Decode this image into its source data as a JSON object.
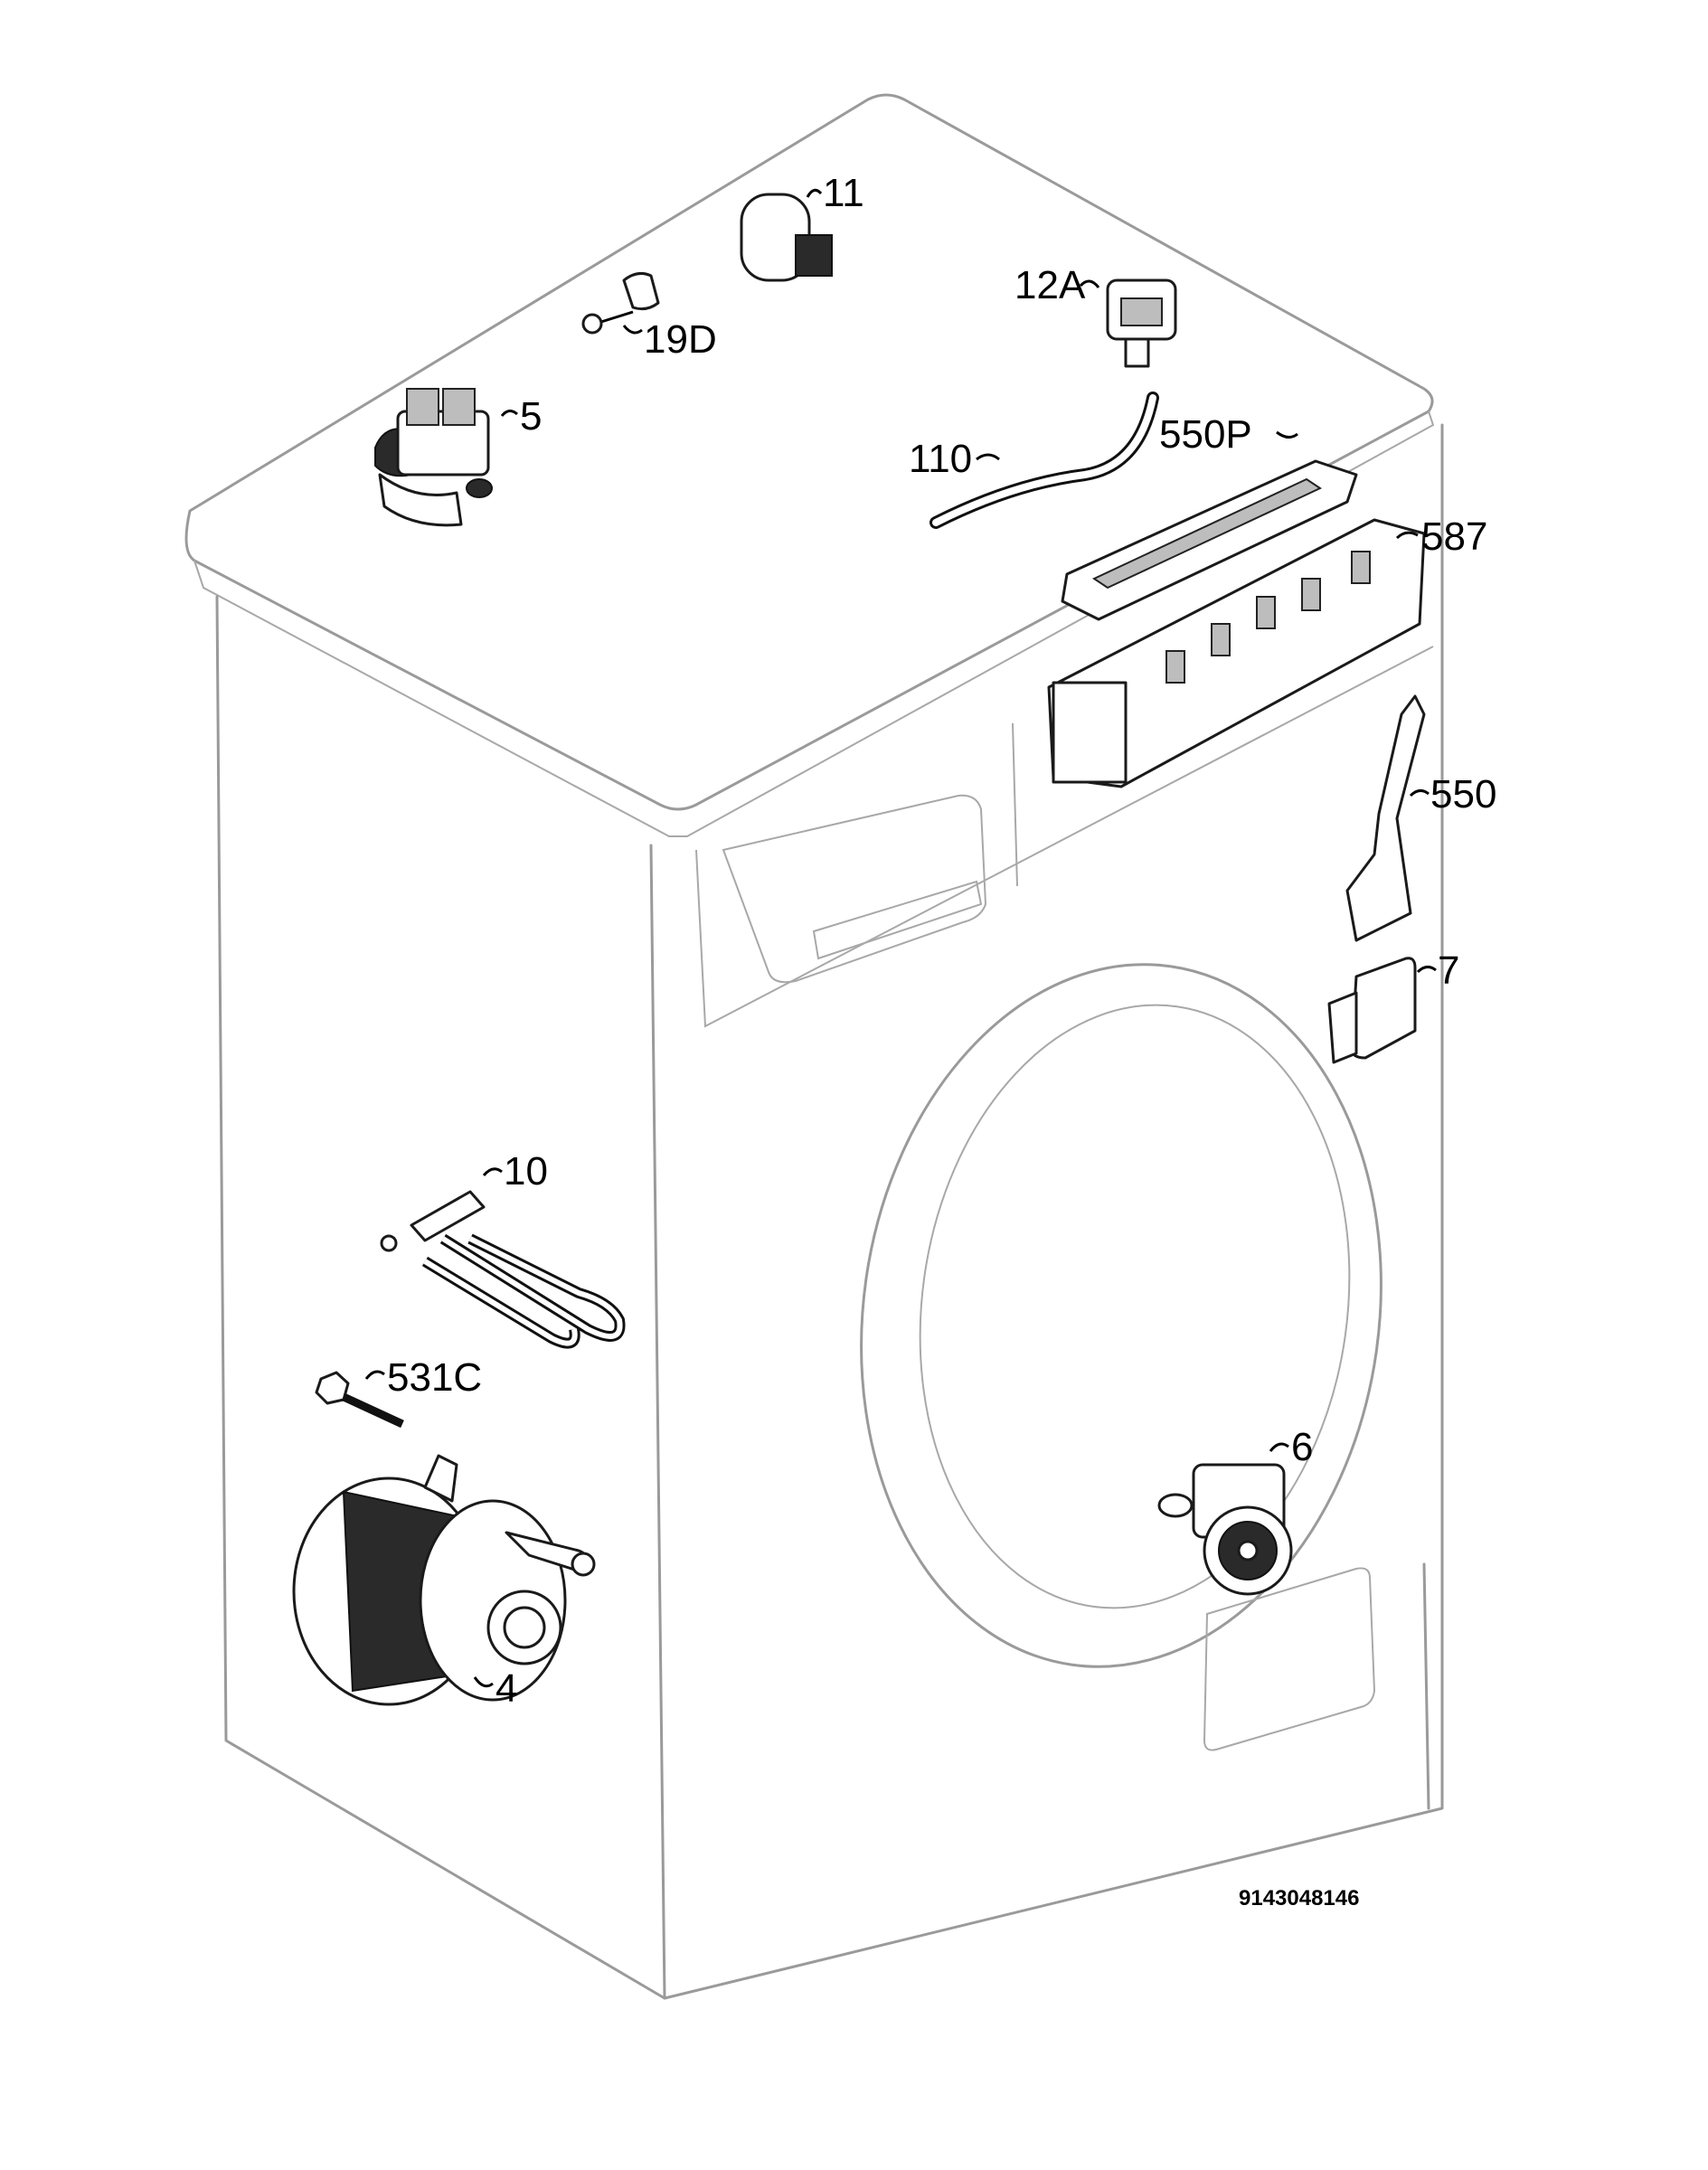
{
  "parts": [
    {
      "id": "p11",
      "label": "11"
    },
    {
      "id": "p12A",
      "label": "12A"
    },
    {
      "id": "p19D",
      "label": "19D"
    },
    {
      "id": "p5",
      "label": "5"
    },
    {
      "id": "p110",
      "label": "110"
    },
    {
      "id": "p550P",
      "label": "550P"
    },
    {
      "id": "p587",
      "label": "587"
    },
    {
      "id": "p550",
      "label": "550"
    },
    {
      "id": "p7",
      "label": "7"
    },
    {
      "id": "p10",
      "label": "10"
    },
    {
      "id": "p531C",
      "label": "531C"
    },
    {
      "id": "p6",
      "label": "6"
    },
    {
      "id": "p4",
      "label": "4"
    }
  ],
  "diagram_code": "9143048146"
}
